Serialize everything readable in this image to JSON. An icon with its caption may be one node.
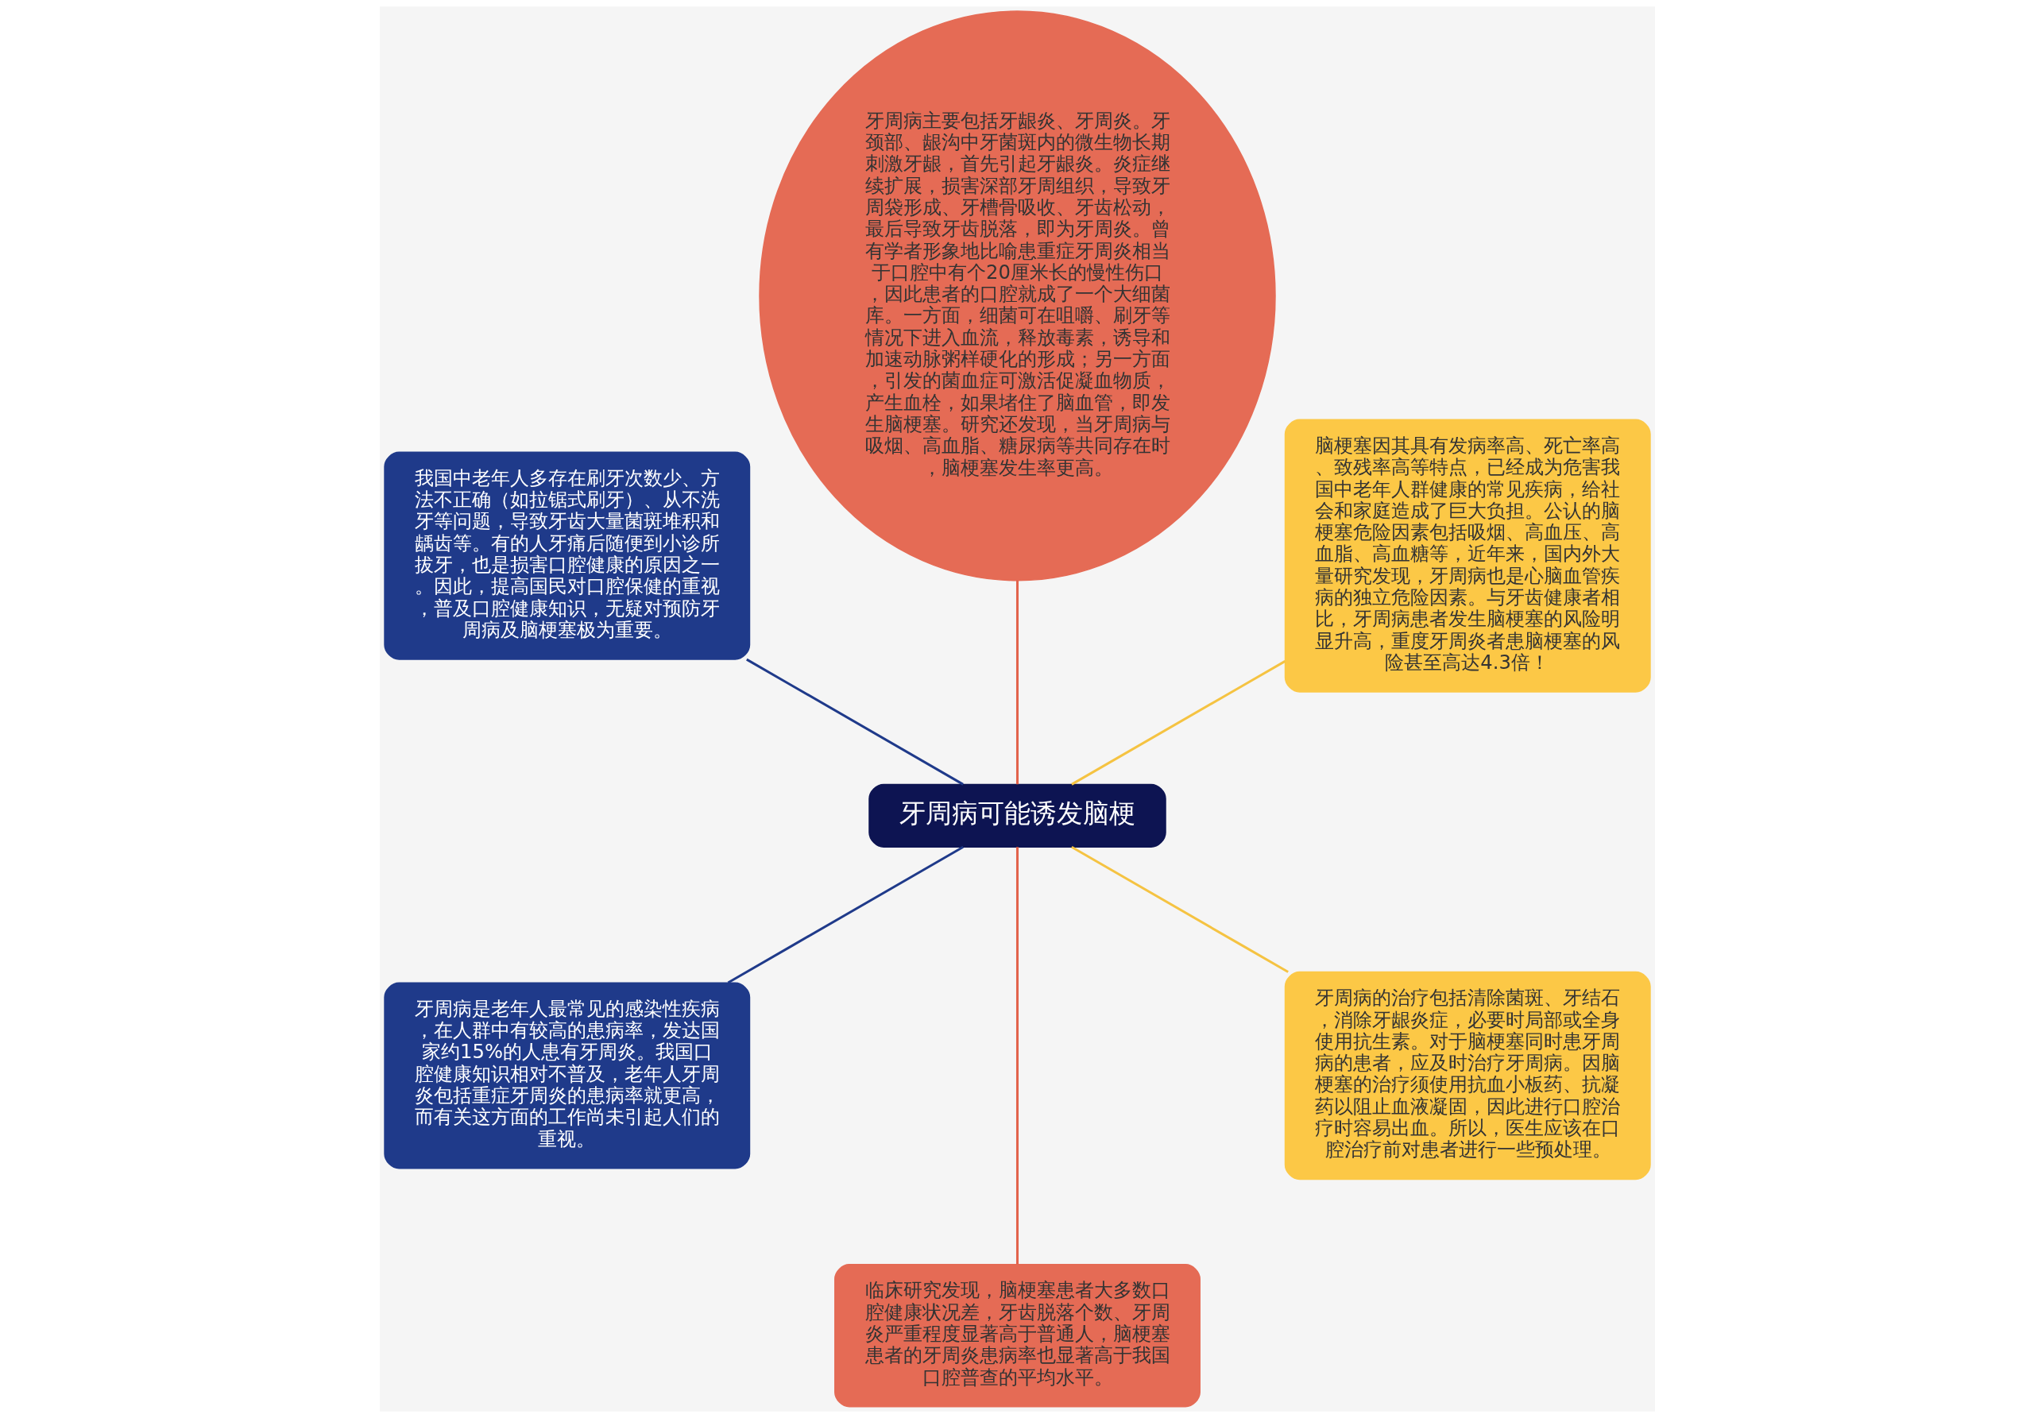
{
  "diagram": {
    "nodes": [
      {
        "text": [
          "牙周病可能诱发脑梗"
        ]
      },
      {
        "text": [
          "脑梗塞因其具有发病率高、死亡率高、致残率高等特点，已经成为危害我国中老年人群健康的常见疾病，给社会和家庭造成了巨大负担。公认的脑梗塞危险因素包括吸烟、高血压、高血脂、高血糖等，近年来，国内外大量研究发现，牙周病也是心脑血管疾病的独立危险因素。与牙齿健康者相比，牙周病患者发生脑梗塞的风险明显升高，重度牙周炎者患脑梗塞的风险甚至高达4.3倍！"
        ]
      },
      {
        "text": [
          "牙周病主要包括牙龈炎、牙周炎。牙颈部、龈沟中牙菌斑内的微生物长期刺激牙龈，首先引起牙龈炎。炎症继续扩展，损害深部牙周组织，导致牙周袋形成、牙槽骨吸收、牙齿松动，最后导致牙齿脱落，即为牙周炎。曾有学者形象地比喻患重症牙周炎相当于口腔中有个20厘米长的慢性伤口，因此患者的口腔就成了一个大细菌库。一方面，细菌可在咀嚼、刷牙等情况下进入血流，释放毒素，诱导和加速动脉粥样硬化的形成；另一方面，引发的菌血症可激活促凝血物质，产生血栓，如果堵住了脑血管，即发生脑梗塞。研究还发现，当牙周病与吸烟、高血脂、糖尿病等共同存在时，脑梗塞发生率更高。"
        ]
      },
      {
        "text": [
          "我国中老年人多存在刷牙次数少、方法不正确（如拉锯式刷牙）、从不洗牙等问题，导致牙齿大量菌斑堆积和龋齿等。有的人牙痛后随便到小诊所拔牙，也是损害口腔健康的原因之一。因此，提高国民对口腔保健的重视，普及口腔健康知识，无疑对预防牙周病及脑梗塞极为重要。"
        ]
      },
      {
        "text": [
          "牙周病是老年人最常见的感染性疾病，在人群中有较高的患病率，发达国家约15%的人患有牙周炎。我国口腔健康知识相对不普及，老年人牙周炎包括重症牙周炎的患病率就更高，而有关这方面的工作尚未引起人们的重视。"
        ]
      },
      {
        "text": [
          "临床研究发现，脑梗塞患者大多数口腔健康状况差，牙齿脱落个数、牙周炎严重程度显著高于普通人，脑梗塞患者的牙周炎患病率也显著高于我国口腔普查的平均水平。"
        ]
      },
      {
        "text": [
          "牙周病的治疗包括清除菌斑、牙结石，消除牙龈炎症，必要时局部或全身使用抗生素。对于脑梗塞同时患牙周病的患者，应及时治疗牙周病。因脑梗塞的治疗须使用抗血小板药、抗凝药以阻止血液凝固，因此进行口腔治疗时容易出血。所以，医生应该在口腔治疗前对患者进行一些预处理。"
        ]
      }
    ],
    "edges": [
      {
        "from": 0,
        "to": 1,
        "arrow": "none",
        "color": "#f5c342"
      },
      {
        "from": 0,
        "to": 2,
        "arrow": "none",
        "color": "#e2634c"
      },
      {
        "from": 0,
        "to": 3,
        "arrow": "none",
        "color": "#1f3a8a"
      },
      {
        "from": 0,
        "to": 4,
        "arrow": "none",
        "color": "#1f3a8a"
      },
      {
        "from": 0,
        "to": 5,
        "arrow": "none",
        "color": "#e2634c"
      },
      {
        "from": 0,
        "to": 6,
        "arrow": "none",
        "color": "#f5c342"
      }
    ]
  }
}
